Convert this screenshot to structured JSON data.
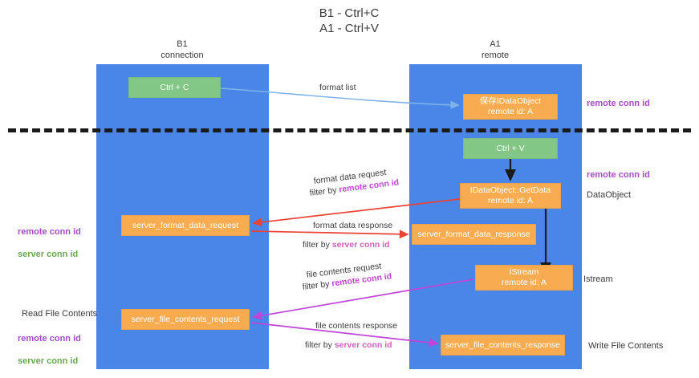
{
  "diagram": {
    "title": "B1 - Ctrl+C\nA1 - Ctrl+V",
    "columns": [
      {
        "id": "b1",
        "header": "B1\nconnection"
      },
      {
        "id": "a1",
        "header": "A1\nremote"
      }
    ],
    "nodes": [
      {
        "id": "ctrl-c",
        "line1": "Ctrl + C",
        "line2": "",
        "color": "#82c785",
        "column": "b1"
      },
      {
        "id": "save-idataobject",
        "line1": "保存IDataObject",
        "line2": "remote id: A",
        "color": "#f9ab50",
        "column": "a1"
      },
      {
        "id": "ctrl-v",
        "line1": "Ctrl + V",
        "line2": "",
        "color": "#82c785",
        "column": "a1"
      },
      {
        "id": "idataobject-getdata",
        "line1": "IDataObject::GetData",
        "line2": "remote id: A",
        "color": "#f9ab50",
        "column": "a1"
      },
      {
        "id": "server-format-data-request",
        "line1": "server_format_data_request",
        "line2": "",
        "color": "#f9ab50",
        "column": "b1"
      },
      {
        "id": "server-format-data-response",
        "line1": "server_format_data_response",
        "line2": "",
        "color": "#f9ab50",
        "column": "a1"
      },
      {
        "id": "istream",
        "line1": "IStream",
        "line2": "remote id: A",
        "color": "#f9ab50",
        "column": "a1"
      },
      {
        "id": "server-file-contents-request",
        "line1": "server_file_contents_request",
        "line2": "",
        "color": "#f9ab50",
        "column": "b1"
      },
      {
        "id": "server-file-contents-response",
        "line1": "server_file_contents_response",
        "line2": "",
        "color": "#f9ab50",
        "column": "a1"
      }
    ],
    "edges": [
      {
        "id": "format-list",
        "caption": "format list",
        "filter": "",
        "filter_prefix": "",
        "color": "#7eb3e8"
      },
      {
        "id": "format-data-request",
        "caption": "format data request",
        "filter": "remote conn id",
        "filter_prefix": "filter by ",
        "color": "#ea4335"
      },
      {
        "id": "format-data-response",
        "caption": "format data response",
        "filter": "server conn id",
        "filter_prefix": "filter by ",
        "color": "#ea4335"
      },
      {
        "id": "file-contents-request",
        "caption": "file contents request",
        "filter": "remote conn id",
        "filter_prefix": "filter by ",
        "color": "#c044d8"
      },
      {
        "id": "file-contents-response",
        "caption": "file contents response",
        "filter": "server conn id",
        "filter_prefix": "filter by ",
        "color": "#c044d8"
      }
    ],
    "annotations": {
      "remote_conn_id": "remote conn id",
      "server_conn_id": "server conn id",
      "dataobject": "DataObject",
      "istream": "Istream",
      "read_file_contents": "Read File Contents",
      "write_file_contents": "Write File Contents"
    },
    "colors": {
      "lane": "#4a86e8",
      "node_green": "#82c785",
      "node_orange": "#f9ab50",
      "purple": "#a64bc8",
      "green_text": "#6aa84f",
      "red_arrow": "#ea4335",
      "magenta_arrow": "#c044d8",
      "blue_arrow": "#7eb3e8",
      "divider": "#1a1a1a",
      "background": "#ffffff"
    }
  }
}
